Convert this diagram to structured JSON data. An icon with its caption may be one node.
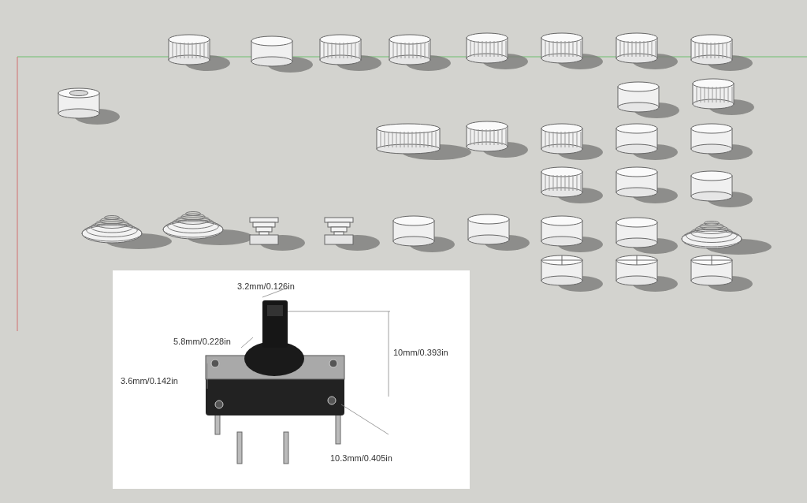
{
  "diagram": {
    "labels": [
      "3.2mm/0.126in",
      "5.8mm/0.228in",
      "10mm/0.393in",
      "3.6mm/0.142in",
      "10.3mm/0.405in"
    ]
  }
}
